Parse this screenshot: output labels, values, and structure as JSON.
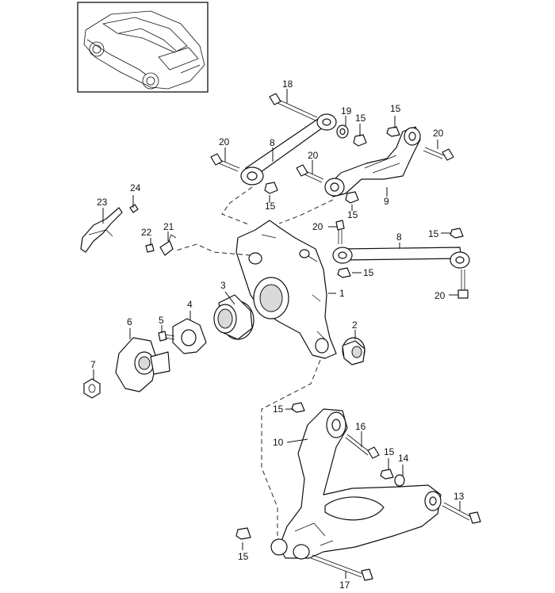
{
  "diagram": {
    "inset": {
      "label": "vehicle-overview"
    },
    "callouts": [
      {
        "id": "c18",
        "text": "18"
      },
      {
        "id": "c19",
        "text": "19"
      },
      {
        "id": "c15a",
        "text": "15"
      },
      {
        "id": "c15b",
        "text": "15"
      },
      {
        "id": "c20a",
        "text": "20"
      },
      {
        "id": "c20b",
        "text": "20"
      },
      {
        "id": "c8a",
        "text": "8"
      },
      {
        "id": "c20c",
        "text": "20"
      },
      {
        "id": "c15c",
        "text": "15"
      },
      {
        "id": "c15d",
        "text": "15"
      },
      {
        "id": "c9",
        "text": "9"
      },
      {
        "id": "c24",
        "text": "24"
      },
      {
        "id": "c23",
        "text": "23"
      },
      {
        "id": "c20d",
        "text": "20"
      },
      {
        "id": "c8b",
        "text": "8"
      },
      {
        "id": "c15e",
        "text": "15"
      },
      {
        "id": "c22",
        "text": "22"
      },
      {
        "id": "c21",
        "text": "21"
      },
      {
        "id": "c15f",
        "text": "15"
      },
      {
        "id": "c3",
        "text": "3"
      },
      {
        "id": "c1",
        "text": "1"
      },
      {
        "id": "c20e",
        "text": "20"
      },
      {
        "id": "c4",
        "text": "4"
      },
      {
        "id": "c6",
        "text": "6"
      },
      {
        "id": "c5",
        "text": "5"
      },
      {
        "id": "c2",
        "text": "2"
      },
      {
        "id": "c7",
        "text": "7"
      },
      {
        "id": "c15g",
        "text": "15"
      },
      {
        "id": "c10",
        "text": "10"
      },
      {
        "id": "c16",
        "text": "16"
      },
      {
        "id": "c15h",
        "text": "15"
      },
      {
        "id": "c14",
        "text": "14"
      },
      {
        "id": "c13",
        "text": "13"
      },
      {
        "id": "c15i",
        "text": "15"
      },
      {
        "id": "c17",
        "text": "17"
      }
    ]
  }
}
